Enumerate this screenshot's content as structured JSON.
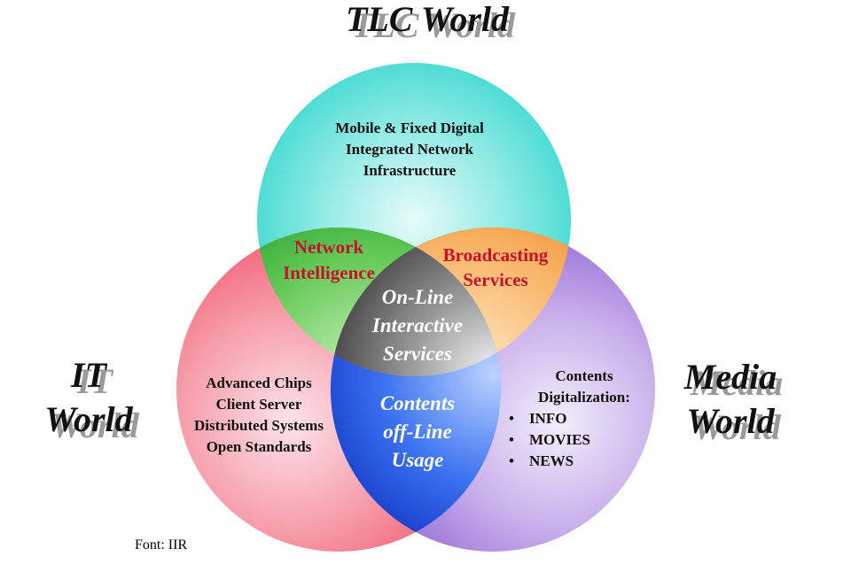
{
  "worlds": {
    "tlc": "TLC World",
    "it_line1": "IT",
    "it_line2": "World",
    "media_line1": "Media",
    "media_line2": "World"
  },
  "regions": {
    "tlc": [
      "Mobile & Fixed Digital",
      "Integrated Network",
      "Infrastructure"
    ],
    "it": [
      "Advanced Chips",
      "Client Server",
      "Distributed Systems",
      "Open Standards"
    ],
    "media_title": [
      "Contents",
      "Digitalization:"
    ],
    "media_bullets": [
      "INFO",
      "MOVIES",
      "NEWS"
    ],
    "network_intelligence": [
      "Network",
      "Intelligence"
    ],
    "broadcasting": [
      "Broadcasting",
      "Services"
    ],
    "online": [
      "On-Line",
      "Interactive",
      "Services"
    ],
    "offline": [
      "Contents",
      "off-Line",
      "Usage"
    ]
  },
  "bullet_char": "•",
  "credit": "Font: IIR",
  "colors": {
    "tlc_circle": "#44ddd6",
    "it_circle": "#f26a7c",
    "media_circle": "#a27bdc",
    "network_intelligence": "#3cb43c",
    "broadcasting": "#f5a24e",
    "online": "#4a4a4a",
    "offline": "#1f4fe0",
    "highlight_text": "#c8102e"
  }
}
